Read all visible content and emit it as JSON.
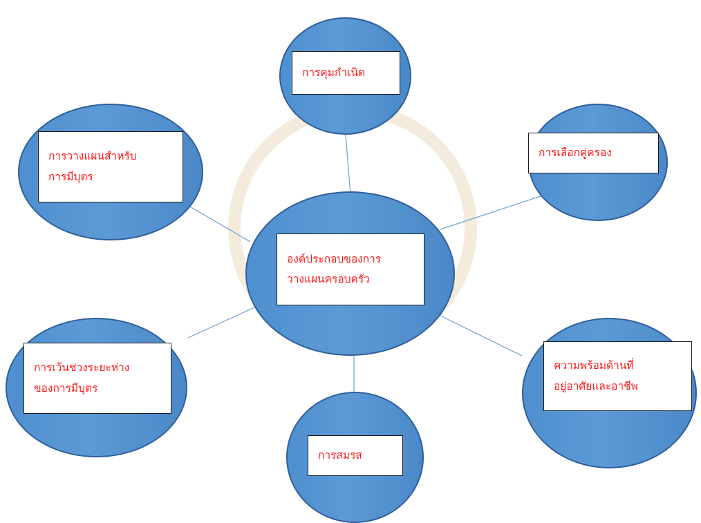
{
  "diagram": {
    "center": {
      "label": "องค์ประกอบของการ\nวางแผนครอบครัว"
    },
    "nodes": [
      {
        "id": "birth-control",
        "label": "การคุมกำเนิด"
      },
      {
        "id": "choosing-spouse",
        "label": "การเลือกคู่ครอง"
      },
      {
        "id": "housing-career",
        "label": "ความพร้อมด้านที่\nอยู่อาศัยและอาชีพ"
      },
      {
        "id": "marriage",
        "label": "การสมรส"
      },
      {
        "id": "birth-spacing",
        "label": "การเว้นช่วงระยะห่าง\nของการมีบุตร"
      },
      {
        "id": "planning-children",
        "label": "การวางแผนสำหรับ\nการมีบุตร"
      }
    ],
    "colors": {
      "node_fill": "#4f8fcf",
      "node_border": "#2f5f9a",
      "label_text": "#ff1a1a",
      "connector": "#6a9fd2"
    }
  }
}
